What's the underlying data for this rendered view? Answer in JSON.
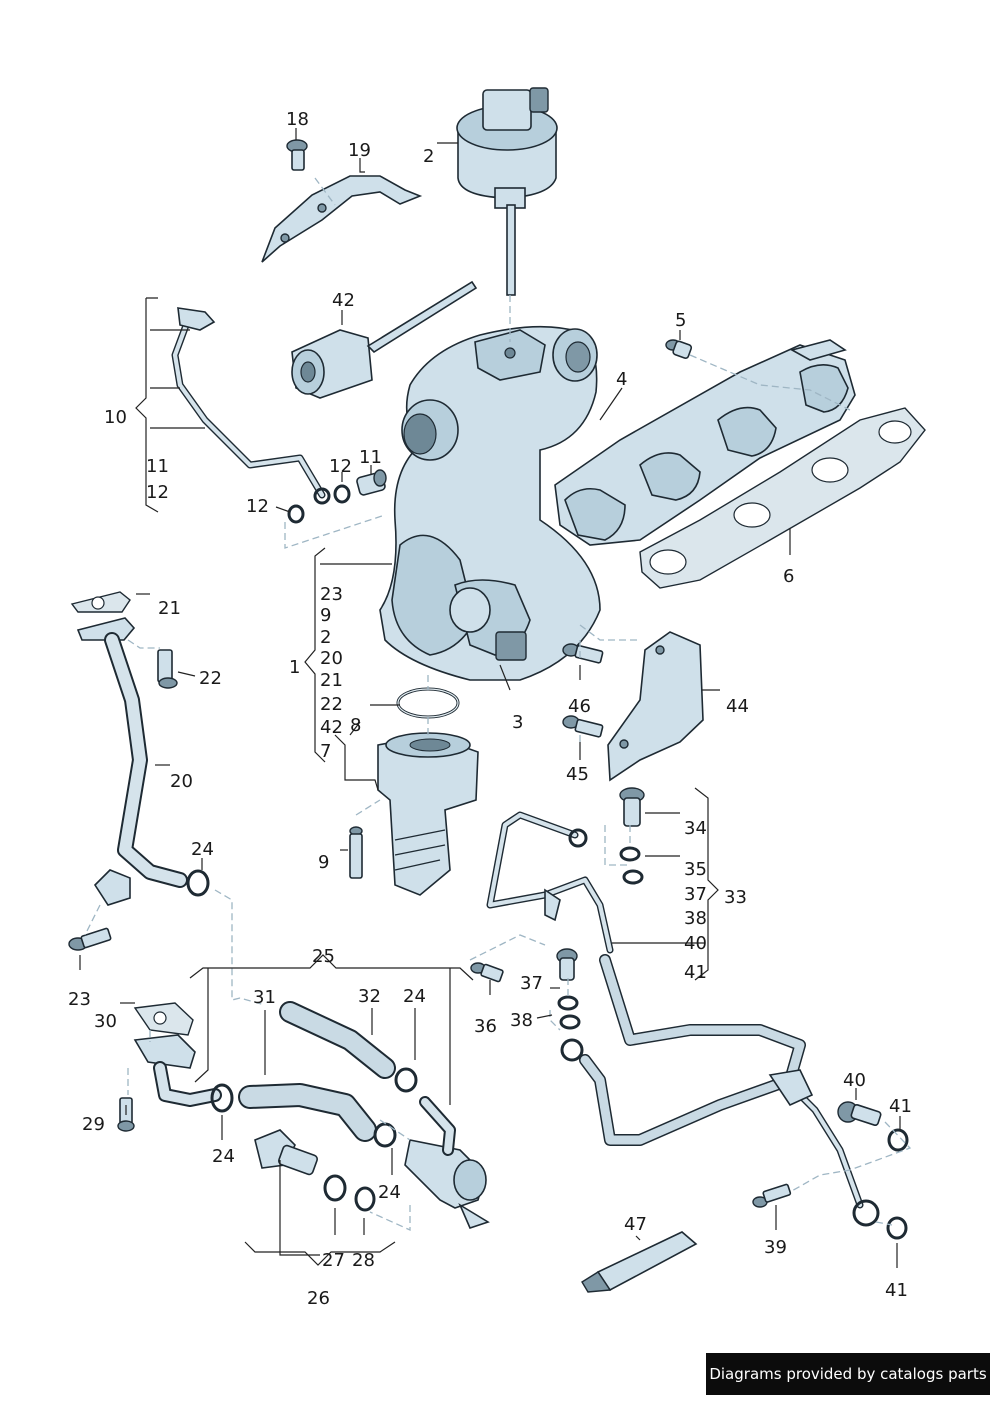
{
  "labels": {
    "l2": "2",
    "l18": "18",
    "l19": "19",
    "l42a": "42",
    "l5": "5",
    "l4": "4",
    "l10": "10",
    "l11a": "11",
    "l12a": "12",
    "l11b": "11",
    "l12b": "12",
    "l12c": "12",
    "l6": "6",
    "l21a": "21",
    "l22a": "22",
    "l20a": "20",
    "l1": "1",
    "g23": "23",
    "g9": "9",
    "g2": "2",
    "g20": "20",
    "g21": "21",
    "g22": "22",
    "g42": "42",
    "g7": "7",
    "l8": "8",
    "l3": "3",
    "l46": "46",
    "l44": "44",
    "l45": "45",
    "l9": "9",
    "l34": "34",
    "l35": "35",
    "l37a": "37",
    "l38a": "38",
    "l40a": "40",
    "l41a": "41",
    "l33": "33",
    "l24a": "24",
    "l23": "23",
    "l25": "25",
    "l30": "30",
    "l31": "31",
    "l32": "32",
    "l24b": "24",
    "l36": "36",
    "l37b": "37",
    "l38b": "38",
    "l29": "29",
    "l24c": "24",
    "l24d": "24",
    "l27": "27",
    "l28": "28",
    "l26": "26",
    "l47": "47",
    "l40b": "40",
    "l41b": "41",
    "l39": "39",
    "l41c": "41"
  },
  "credit": "Diagrams provided by catalogs parts",
  "colors": {
    "part_fill": "#cfe0ea",
    "outline": "#1e2a33",
    "dash": "#9fb6c4",
    "credit_bg": "#0c0c0c"
  }
}
